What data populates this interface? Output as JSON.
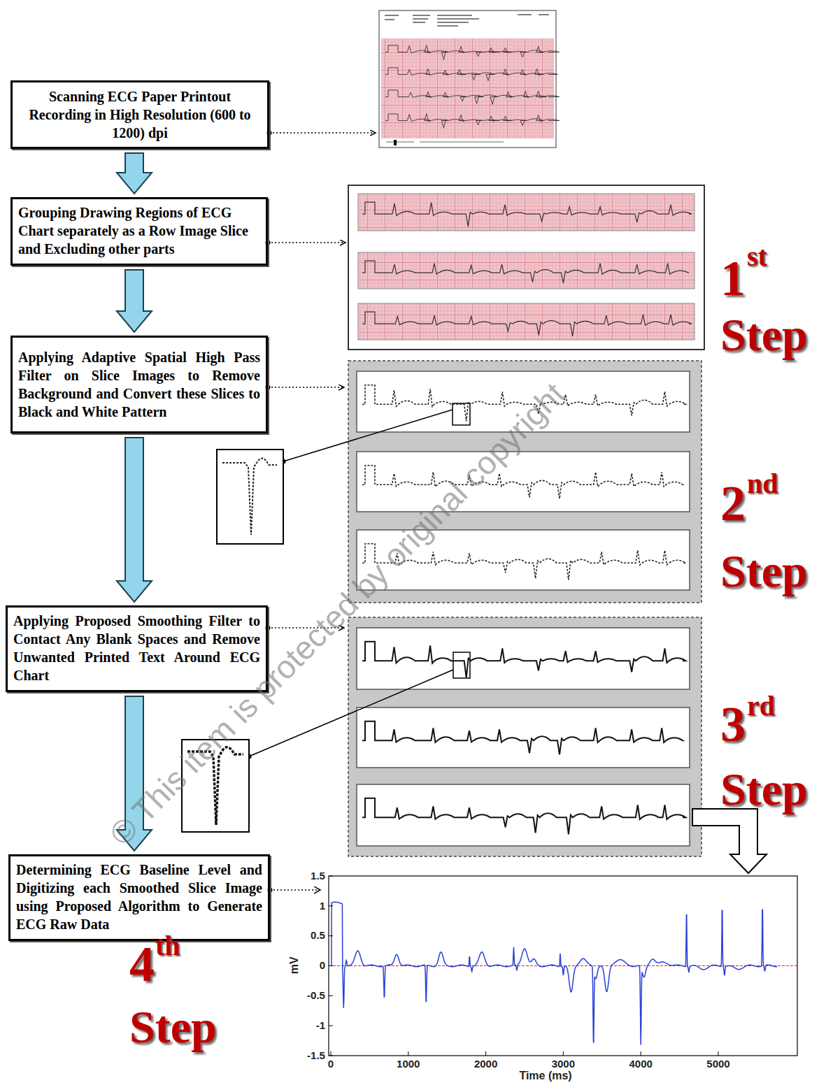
{
  "diagram": {
    "nodes": [
      {
        "text": [
          "Scanning ECG Paper Printout Recording in High Resolution (600 to 1200) dpi"
        ]
      },
      {
        "text": [
          "Grouping Drawing Regions of ECG Chart separately as a Row Image Slice and Excluding other parts"
        ]
      },
      {
        "text": [
          "Applying Adaptive Spatial High Pass Filter on Slice Images to Remove Background and Convert these Slices to Black and White Pattern"
        ]
      },
      {
        "text": [
          "Applying Proposed Smoothing Filter to Contact Any Blank Spaces and Remove Unwanted Printed Text Around ECG Chart"
        ]
      },
      {
        "text": [
          "Determining ECG Baseline Level and Digitizing each Smoothed Slice Image using Proposed Algorithm to Generate ECG Raw Data"
        ]
      }
    ],
    "edges": [
      {
        "from": 0,
        "to": 1,
        "arrow": "to"
      },
      {
        "from": 1,
        "to": 2,
        "arrow": "to"
      },
      {
        "from": 2,
        "to": 3,
        "arrow": "to"
      },
      {
        "from": 3,
        "to": 4,
        "arrow": "to"
      }
    ],
    "labels": [
      "1",
      "st",
      "Step",
      "2",
      "nd",
      "Step",
      "3",
      "rd",
      "Step",
      "4",
      "th",
      "Step",
      "© This item is protected by original copyright",
      "1.5",
      "1",
      "0.5",
      "0",
      "-0.5",
      "-1",
      "-1.5",
      "0",
      "1000",
      "2000",
      "3000",
      "4000",
      "5000",
      "mV",
      "Time (ms)"
    ]
  }
}
